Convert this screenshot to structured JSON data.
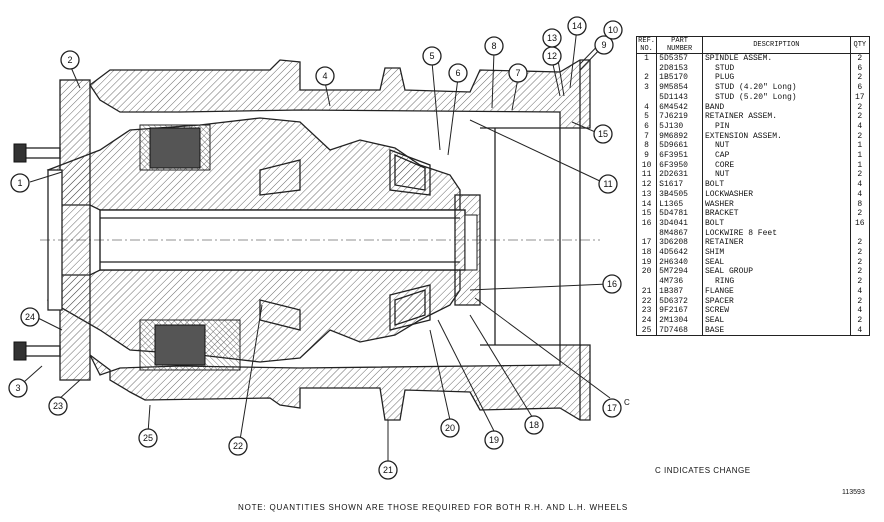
{
  "callouts": [
    "1",
    "2",
    "3",
    "4",
    "5",
    "6",
    "7",
    "8",
    "9",
    "10",
    "11",
    "12",
    "13",
    "14",
    "15",
    "16",
    "17",
    "18",
    "19",
    "20",
    "21",
    "22",
    "23",
    "24",
    "25"
  ],
  "table": {
    "headers": {
      "ref": "REF. NO.",
      "part": "PART NUMBER",
      "desc": "DESCRIPTION",
      "qty": "QTY"
    },
    "rows": [
      {
        "ref": "1",
        "part": "5D5357",
        "desc": "SPINDLE ASSEM.",
        "qty": "2",
        "indent": 0
      },
      {
        "ref": "",
        "part": "2D8153",
        "desc": "STUD",
        "qty": "6",
        "indent": 1
      },
      {
        "ref": "2",
        "part": "1B5170",
        "desc": "PLUG",
        "qty": "2",
        "indent": 1
      },
      {
        "ref": "3",
        "part": "9M5854",
        "desc": "STUD (4.20\" Long)",
        "qty": "6",
        "indent": 1
      },
      {
        "ref": "",
        "part": "5D1143",
        "desc": "STUD (5.20\" Long)",
        "qty": "17",
        "indent": 1
      },
      {
        "ref": "4",
        "part": "6M4542",
        "desc": "BAND",
        "qty": "2",
        "indent": 0
      },
      {
        "ref": "5",
        "part": "7J6219",
        "desc": "RETAINER ASSEM.",
        "qty": "2",
        "indent": 0
      },
      {
        "ref": "6",
        "part": "5J130",
        "desc": "PIN",
        "qty": "4",
        "indent": 1
      },
      {
        "ref": "7",
        "part": "9M6892",
        "desc": "EXTENSION ASSEM.",
        "qty": "2",
        "indent": 0
      },
      {
        "ref": "8",
        "part": "5D9661",
        "desc": "NUT",
        "qty": "1",
        "indent": 1
      },
      {
        "ref": "9",
        "part": "6F3951",
        "desc": "CAP",
        "qty": "1",
        "indent": 1
      },
      {
        "ref": "10",
        "part": "6F3950",
        "desc": "CORE",
        "qty": "1",
        "indent": 1
      },
      {
        "ref": "11",
        "part": "2D2631",
        "desc": "NUT",
        "qty": "2",
        "indent": 1
      },
      {
        "ref": "12",
        "part": "S1617",
        "desc": "BOLT",
        "qty": "4",
        "indent": 0
      },
      {
        "ref": "13",
        "part": "3B4505",
        "desc": "LOCKWASHER",
        "qty": "4",
        "indent": 0
      },
      {
        "ref": "14",
        "part": "L1365",
        "desc": "WASHER",
        "qty": "8",
        "indent": 0
      },
      {
        "ref": "15",
        "part": "5D4781",
        "desc": "BRACKET",
        "qty": "2",
        "indent": 0
      },
      {
        "ref": "16",
        "part": "3D4041",
        "desc": "BOLT",
        "qty": "16",
        "indent": 0
      },
      {
        "ref": "",
        "part": "8M4867",
        "desc": "LOCKWIRE  8 Feet",
        "qty": "",
        "indent": 0
      },
      {
        "ref": "17",
        "part": "3D6208",
        "desc": "RETAINER",
        "qty": "2",
        "indent": 0
      },
      {
        "ref": "18",
        "part": "4D5642",
        "desc": "SHIM",
        "qty": "2",
        "indent": 0
      },
      {
        "ref": "19",
        "part": "2H6340",
        "desc": "SEAL",
        "qty": "2",
        "indent": 0
      },
      {
        "ref": "20",
        "part": "5M7294",
        "desc": "SEAL GROUP",
        "qty": "2",
        "indent": 0
      },
      {
        "ref": "",
        "part": "4M736",
        "desc": "RING",
        "qty": "2",
        "indent": 1
      },
      {
        "ref": "21",
        "part": "1B387",
        "desc": "FLANGE",
        "qty": "4",
        "indent": 0
      },
      {
        "ref": "22",
        "part": "5D6372",
        "desc": "SPACER",
        "qty": "2",
        "indent": 0
      },
      {
        "ref": "23",
        "part": "9F2167",
        "desc": "SCREW",
        "qty": "4",
        "indent": 0
      },
      {
        "ref": "24",
        "part": "2M1304",
        "desc": "SEAL",
        "qty": "2",
        "indent": 0
      },
      {
        "ref": "25",
        "part": "7D7468",
        "desc": "BASE",
        "qty": "4",
        "indent": 0
      }
    ]
  },
  "change_flag": "C",
  "change_note": "C INDICATES CHANGE",
  "footer_note": "NOTE: QUANTITIES SHOWN ARE THOSE REQUIRED FOR BOTH R.H. AND L.H. WHEELS",
  "drawing_number": "113593"
}
